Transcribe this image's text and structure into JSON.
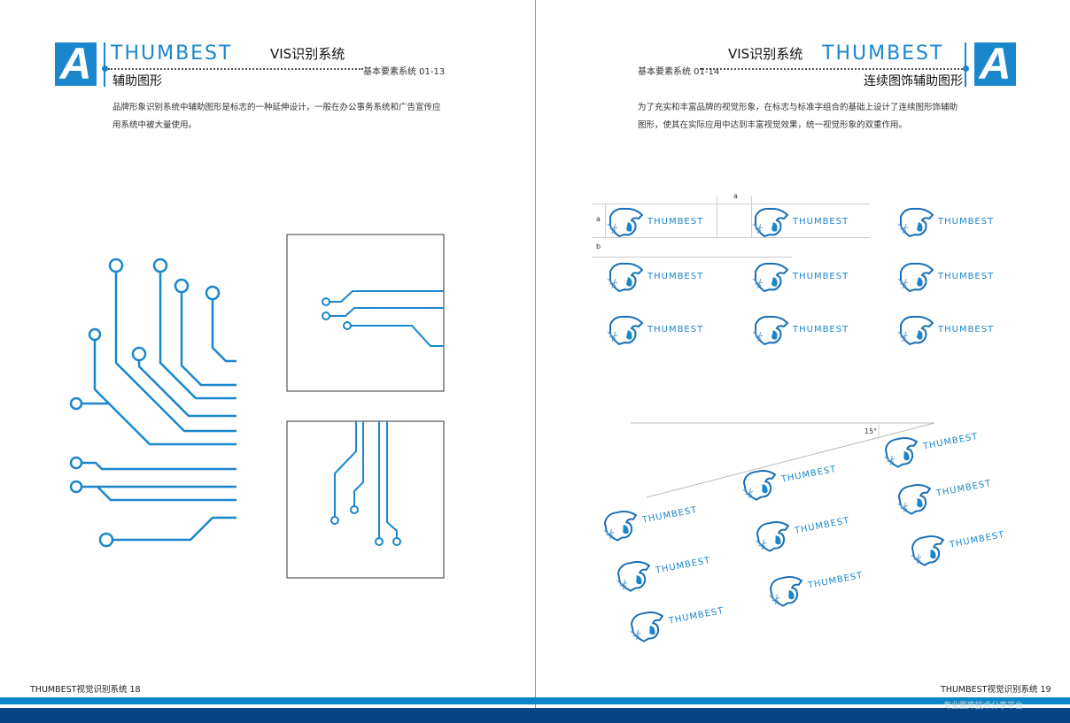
{
  "left_page": {
    "brand": "THUMBEST",
    "title": "VIS识别系统",
    "section_code": "基本要素系统 01-13",
    "subtitle": "辅助图形",
    "logo_letter": "A",
    "body_lines": [
      "品牌形象识别系统中辅助图形是标志的一种延伸设计，一般在办公事务系统和广告宣传应",
      "用系统中被大量使用。"
    ],
    "footer": "THUMBEST视觉识别系统  18"
  },
  "right_page": {
    "brand": "THUMBEST",
    "title": "VIS识别系统",
    "section_code": "基本要素系统 01-14",
    "subtitle": "连续图饰辅助图形",
    "logo_letter": "A",
    "body_lines": [
      "为了充实和丰富品牌的视觉形象，在标志与标准字组合的基础上设计了连续图形饰辅助",
      "图形，使其在实际应用中达到丰富视觉效果，统一视觉形象的双重作用。"
    ],
    "grid_labels": {
      "a_top": "a",
      "a_left": "a",
      "b_left": "b"
    },
    "angle_label": "15°",
    "logo_text": "THUMBEST",
    "footer": "THUMBEST视觉识别系统  19"
  },
  "watermark": "专业图库技术分享平台",
  "colors": {
    "brand_blue": "#1a86cc",
    "band_light": "#0a86c8",
    "band_dark": "#064487"
  }
}
